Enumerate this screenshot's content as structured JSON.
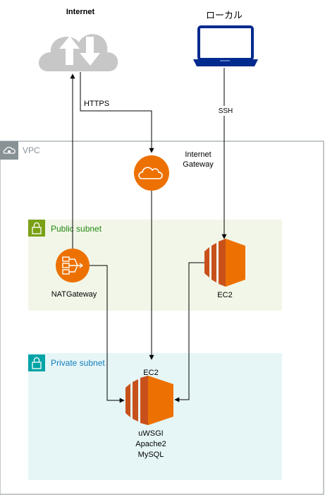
{
  "labels": {
    "internet": "Internet",
    "local": "ローカル",
    "https": "HTTPS",
    "ssh": "SSH",
    "vpc": "VPC",
    "igw_line1": "Internet",
    "igw_line2": "Gateway",
    "public_subnet": "Public subnet",
    "private_subnet": "Private subnet",
    "nat": "NATGateway",
    "ec2_public": "EC2",
    "ec2_private_title": "EC2",
    "ec2_private_line1": "uWSGI",
    "ec2_private_line2": "Apache2",
    "ec2_private_line3": "MySQL"
  },
  "colors": {
    "vpc_border": "#879196",
    "public_fill": "#f2f6e8",
    "public_accent": "#248814",
    "private_fill": "#e6f6f7",
    "private_accent": "#147eba",
    "aws_orange": "#ed7100",
    "ec2_dark": "#c8511b",
    "laptop": "#002a8e",
    "cloud": "#c7c7c7",
    "edge": "#000000"
  },
  "icons": {
    "internet": "cloud-updown-icon",
    "local": "laptop-icon",
    "vpc": "vpc-cloud-icon",
    "igw": "internet-gateway-icon",
    "nat": "nat-gateway-icon",
    "ec2": "ec2-instance-icon",
    "subnet": "subnet-lock-icon"
  }
}
